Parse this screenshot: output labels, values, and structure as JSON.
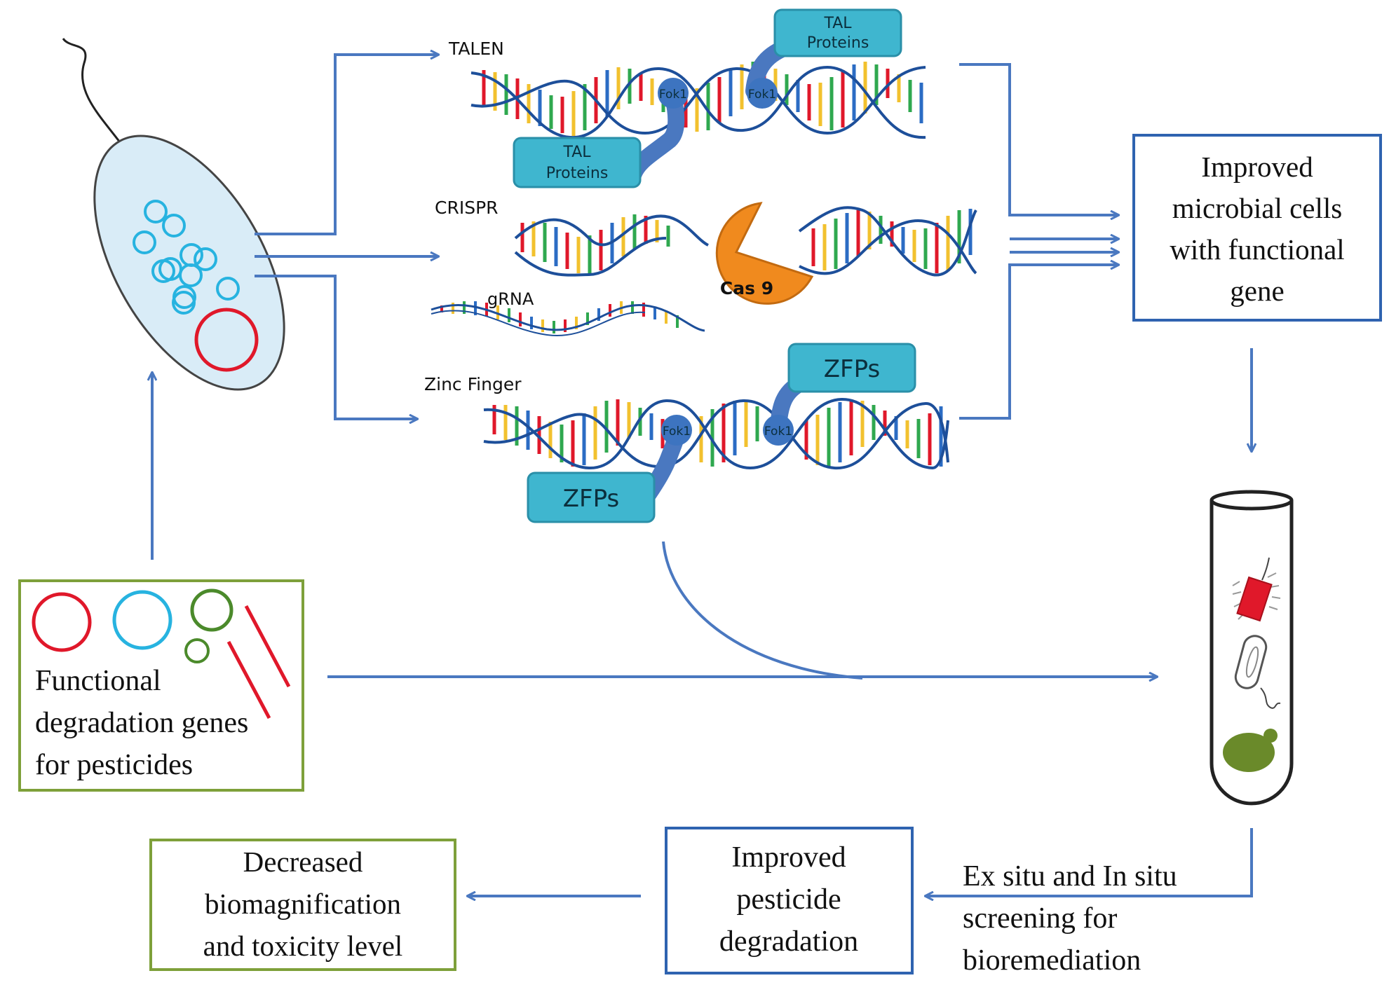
{
  "colors": {
    "arrow": "#4a78c0",
    "box_blue": "#2f63b0",
    "box_green": "#7ea03a",
    "protein": "#3fb6cf",
    "cas9": "#f08a1e",
    "cell_fill": "#d9ecf7",
    "gene_red": "#e0182a",
    "gene_blue": "#27b3e0",
    "gene_green": "#4b8a2b"
  },
  "methods": {
    "talen": {
      "label": "TALEN",
      "protein_top": [
        "TAL",
        "Proteins"
      ],
      "protein_bottom": [
        "TAL",
        "Proteins"
      ],
      "fok_left": "Fok1",
      "fok_right": "Fok1"
    },
    "crispr": {
      "label": "CRISPR",
      "cas_label": "Cas 9",
      "grna_label": "gRNA"
    },
    "zinc": {
      "label": "Zinc Finger",
      "protein_top": "ZFPs",
      "protein_bottom": "ZFPs",
      "fok_left": "Fok1",
      "fok_right": "Fok1"
    }
  },
  "boxes": {
    "improved_cells": [
      "Improved",
      "microbial cells",
      "with functional",
      "gene"
    ],
    "functional_genes": [
      "Functional",
      "degradation genes",
      "for pesticides"
    ],
    "decreased": [
      "Decreased",
      "biomagnification",
      "and toxicity level"
    ],
    "improved_degradation": [
      "Improved",
      "pesticide",
      "degradation"
    ]
  },
  "screening_text": [
    "Ex situ and In situ",
    "screening for",
    "bioremediation"
  ]
}
